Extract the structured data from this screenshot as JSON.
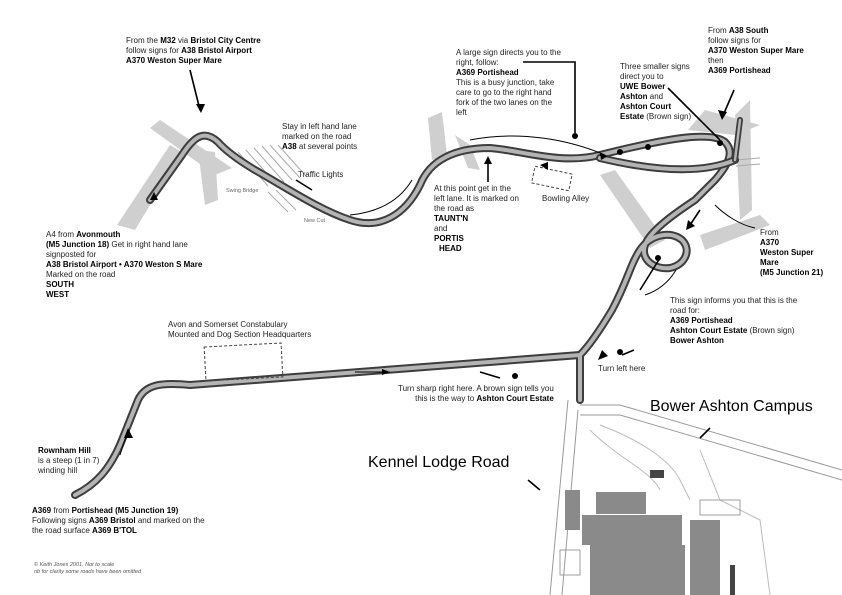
{
  "labels": {
    "m32": {
      "l1a": "From the ",
      "l1b": "M32",
      "l1c": " via ",
      "l1d": "Bristol City Centre",
      "l2a": "follow signs for ",
      "l2b": "A38 Bristol Airport",
      "l3": "A370 Weston Super Mare"
    },
    "stay_left": {
      "l1": "Stay in left hand lane",
      "l2": "marked on the road",
      "l3a": "A38",
      "l3b": " at several points"
    },
    "traffic_lights": "Traffic Lights",
    "swing_bridge": "Swing Bridge",
    "new_cut": "New Cut",
    "a369_large": {
      "l1": "A large sign directs you to the",
      "l2": "right, follow:",
      "l3": "A369 Portishead",
      "l4": "This is a busy junction, take",
      "l5": "care to go to the right hand",
      "l6": "fork of the two lanes on the",
      "l7": "left"
    },
    "three_signs": {
      "l1": "Three smaller signs",
      "l2": "direct you to",
      "l3": "UWE Bower",
      "l4": "Ashton",
      "l5a": " and",
      "l6": "Ashton Court",
      "l7": "Estate",
      "l7b": " (Brown sign)"
    },
    "a38_south": {
      "l1a": "From ",
      "l1b": "A38 South",
      "l2": "follow signs for",
      "l3": "A370 Weston Super Mare",
      "l4": "then",
      "l5": "A369 Portishead"
    },
    "get_left": {
      "l1": "At this point get in the",
      "l2": "left lane. It is marked on",
      "l3": "the road as",
      "l4": "TAUNT'N",
      "l5": "and",
      "l6": "PORTIS",
      "l7": "HEAD"
    },
    "bowling": "Bowling Alley",
    "a4": {
      "l1a": "A4 from ",
      "l1b": "Avonmouth",
      "l2a": "(M5 Junction 18)",
      "l2b": " Get in right hand lane",
      "l3": "signposted for",
      "l4": "A38 Bristol Airport • A370 Weston S Mare",
      "l5": "Marked on the road",
      "l6": "SOUTH",
      "l7": "WEST"
    },
    "a370_from": {
      "l1": "From",
      "l2": "A370",
      "l3": "Weston Super",
      "l4": "Mare",
      "l5": "(M5 Junction 21)"
    },
    "this_sign": {
      "l1": "This sign informs you that this is the",
      "l2": "road for:",
      "l3": "A369 Portishead",
      "l4": "Ashton Court Estate",
      "l4b": " (Brown sign)",
      "l5": "Bower Ashton"
    },
    "police": {
      "l1": "Avon and Somerset Constabulary",
      "l2": "Mounted and Dog Section Headquarters"
    },
    "turn_sharp": {
      "l1": "Turn sharp right here. A brown sign tells you",
      "l2a": "this is the way to ",
      "l2b": "Ashton Court Estate"
    },
    "turn_left": "Turn left here",
    "bower_campus": "Bower Ashton Campus",
    "kennel": "Kennel Lodge Road",
    "rownham": {
      "l1": "Rownham Hill",
      "l2": "is a steep (1 in 7)",
      "l3": "winding hill"
    },
    "a369_from": {
      "l1a": "A369",
      "l1b": " from ",
      "l1c": "Portishead (M5 Junction 19)",
      "l2a": "Following signs ",
      "l2b": "A369 Bristol",
      "l2c": " and marked on the",
      "l3a": "the road surface ",
      "l3b": "A369 B'TOL"
    },
    "footer": {
      "l1": "© Keith Jones 2001. Not to scale",
      "l2": "nb for clarity some roads have been omitted"
    }
  },
  "colors": {
    "road_outer": "#3d3d3d",
    "road_inner": "#b4b4b4",
    "side_road": "#cfcfcf",
    "campus_building": "#8a8a8a",
    "campus_outline": "#999999"
  }
}
